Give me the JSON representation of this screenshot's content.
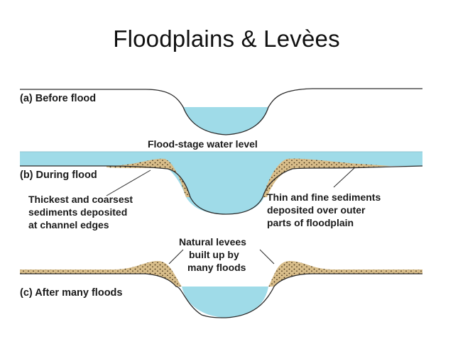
{
  "slide": {
    "title": "Floodplains & Levèes"
  },
  "panels": {
    "a": {
      "label": "(a) Before flood"
    },
    "b": {
      "label": "(b) During flood"
    },
    "c": {
      "label": "(c) After many floods"
    }
  },
  "annotations": {
    "flood_stage": "Flood-stage water level",
    "thickest": [
      "Thickest and coarsest",
      "sediments deposited",
      "at channel edges"
    ],
    "thin": [
      "Thin and fine sediments",
      "deposited over outer",
      "parts of floodplain"
    ],
    "levees": [
      "Natural levees",
      "built up by",
      "many floods"
    ]
  },
  "colors": {
    "water": "#9fdbe8",
    "sediment": "#d8bd8a",
    "dots": "#3a2a12",
    "line": "#2a2a2a"
  }
}
